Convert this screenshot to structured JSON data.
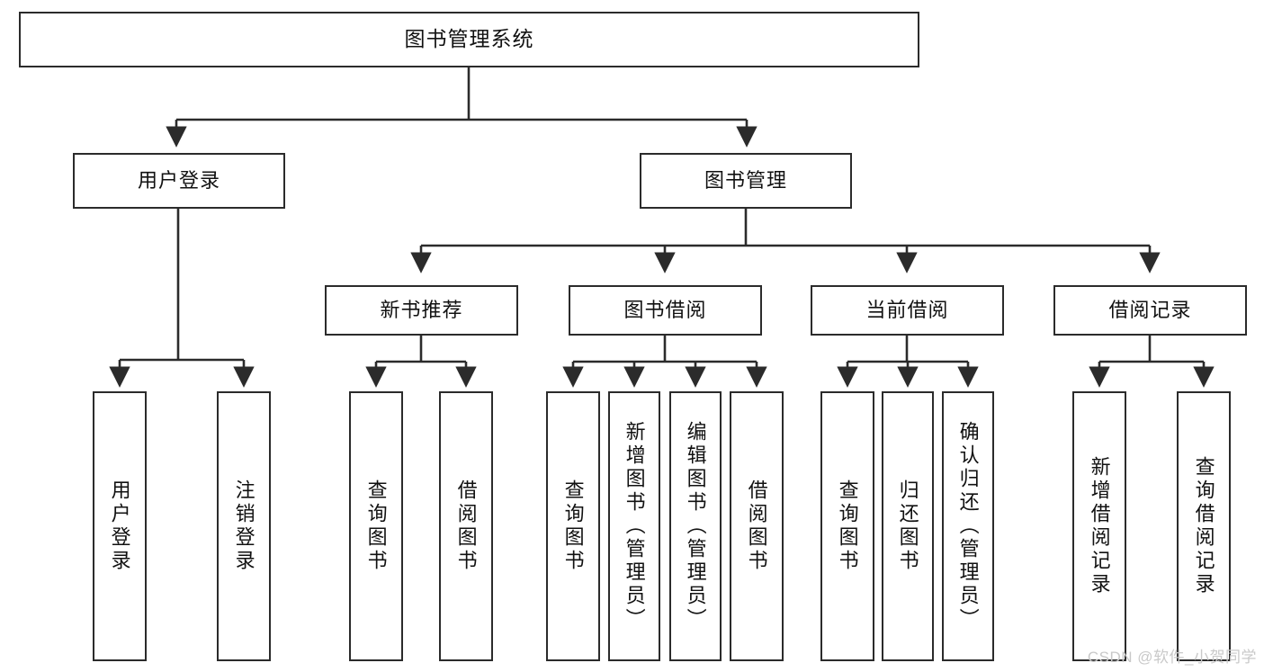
{
  "diagram": {
    "title": "图书管理系统",
    "type": "tree",
    "root": {
      "id": "root",
      "label": "图书管理系统",
      "orientation": "horizontal"
    },
    "level2": [
      {
        "id": "user-login",
        "label": "用户登录",
        "orientation": "horizontal"
      },
      {
        "id": "book-manage",
        "label": "图书管理",
        "orientation": "horizontal"
      }
    ],
    "level3": [
      {
        "id": "new-book-recommend",
        "label": "新书推荐",
        "orientation": "horizontal",
        "parent": "book-manage"
      },
      {
        "id": "book-borrow",
        "label": "图书借阅",
        "orientation": "horizontal",
        "parent": "book-manage"
      },
      {
        "id": "current-borrow",
        "label": "当前借阅",
        "orientation": "horizontal",
        "parent": "book-manage"
      },
      {
        "id": "borrow-record",
        "label": "借阅记录",
        "orientation": "horizontal",
        "parent": "book-manage"
      }
    ],
    "leaves": [
      {
        "id": "leaf-user-login",
        "label": "用户登录",
        "orientation": "vertical",
        "parent": "user-login"
      },
      {
        "id": "leaf-logout",
        "label": "注销登录",
        "orientation": "vertical",
        "parent": "user-login"
      },
      {
        "id": "leaf-query-book-1",
        "label": "查询图书",
        "orientation": "vertical",
        "parent": "new-book-recommend"
      },
      {
        "id": "leaf-borrow-book-1",
        "label": "借阅图书",
        "orientation": "vertical",
        "parent": "new-book-recommend"
      },
      {
        "id": "leaf-query-book-2",
        "label": "查询图书",
        "orientation": "vertical",
        "parent": "book-borrow"
      },
      {
        "id": "leaf-add-book",
        "label": "新增图书（管理员）",
        "orientation": "vertical",
        "parent": "book-borrow"
      },
      {
        "id": "leaf-edit-book",
        "label": "编辑图书（管理员）",
        "orientation": "vertical",
        "parent": "book-borrow"
      },
      {
        "id": "leaf-borrow-book-2",
        "label": "借阅图书",
        "orientation": "vertical",
        "parent": "book-borrow"
      },
      {
        "id": "leaf-query-book-3",
        "label": "查询图书",
        "orientation": "vertical",
        "parent": "current-borrow"
      },
      {
        "id": "leaf-return-book",
        "label": "归还图书",
        "orientation": "vertical",
        "parent": "current-borrow"
      },
      {
        "id": "leaf-confirm-return",
        "label": "确认归还（管理员）",
        "orientation": "vertical",
        "parent": "current-borrow"
      },
      {
        "id": "leaf-add-record",
        "label": "新增借阅记录",
        "orientation": "vertical",
        "parent": "borrow-record"
      },
      {
        "id": "leaf-query-record",
        "label": "查询借阅记录",
        "orientation": "vertical",
        "parent": "borrow-record"
      }
    ],
    "colors": {
      "stroke": "#2b2b2b",
      "fill": "#ffffff",
      "text": "#111111",
      "watermark": "#c9c9c9"
    }
  },
  "watermark": {
    "text": "CSDN @软件_小贺同学"
  }
}
